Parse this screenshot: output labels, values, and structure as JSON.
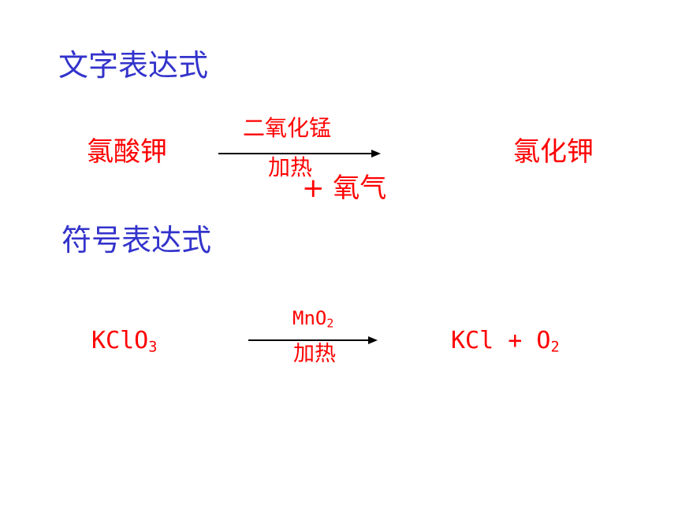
{
  "word_equation": {
    "heading": "文字表达式",
    "reactant": "氯酸钾",
    "condition_top": "二氧化锰",
    "condition_bottom": "加热",
    "product_1": "氯化钾",
    "plus_product_2": "+ 氧气"
  },
  "symbol_equation": {
    "heading": "符号表达式",
    "reactant_base": "KClO",
    "reactant_sub": "3",
    "condition_top_base": "MnO",
    "condition_top_sub": "2",
    "condition_bottom": "加热",
    "products_base": "KCl + O",
    "products_sub": "2"
  },
  "colors": {
    "heading": "#3333cc",
    "equation": "#ff0000",
    "arrow": "#000000",
    "background": "#ffffff"
  }
}
